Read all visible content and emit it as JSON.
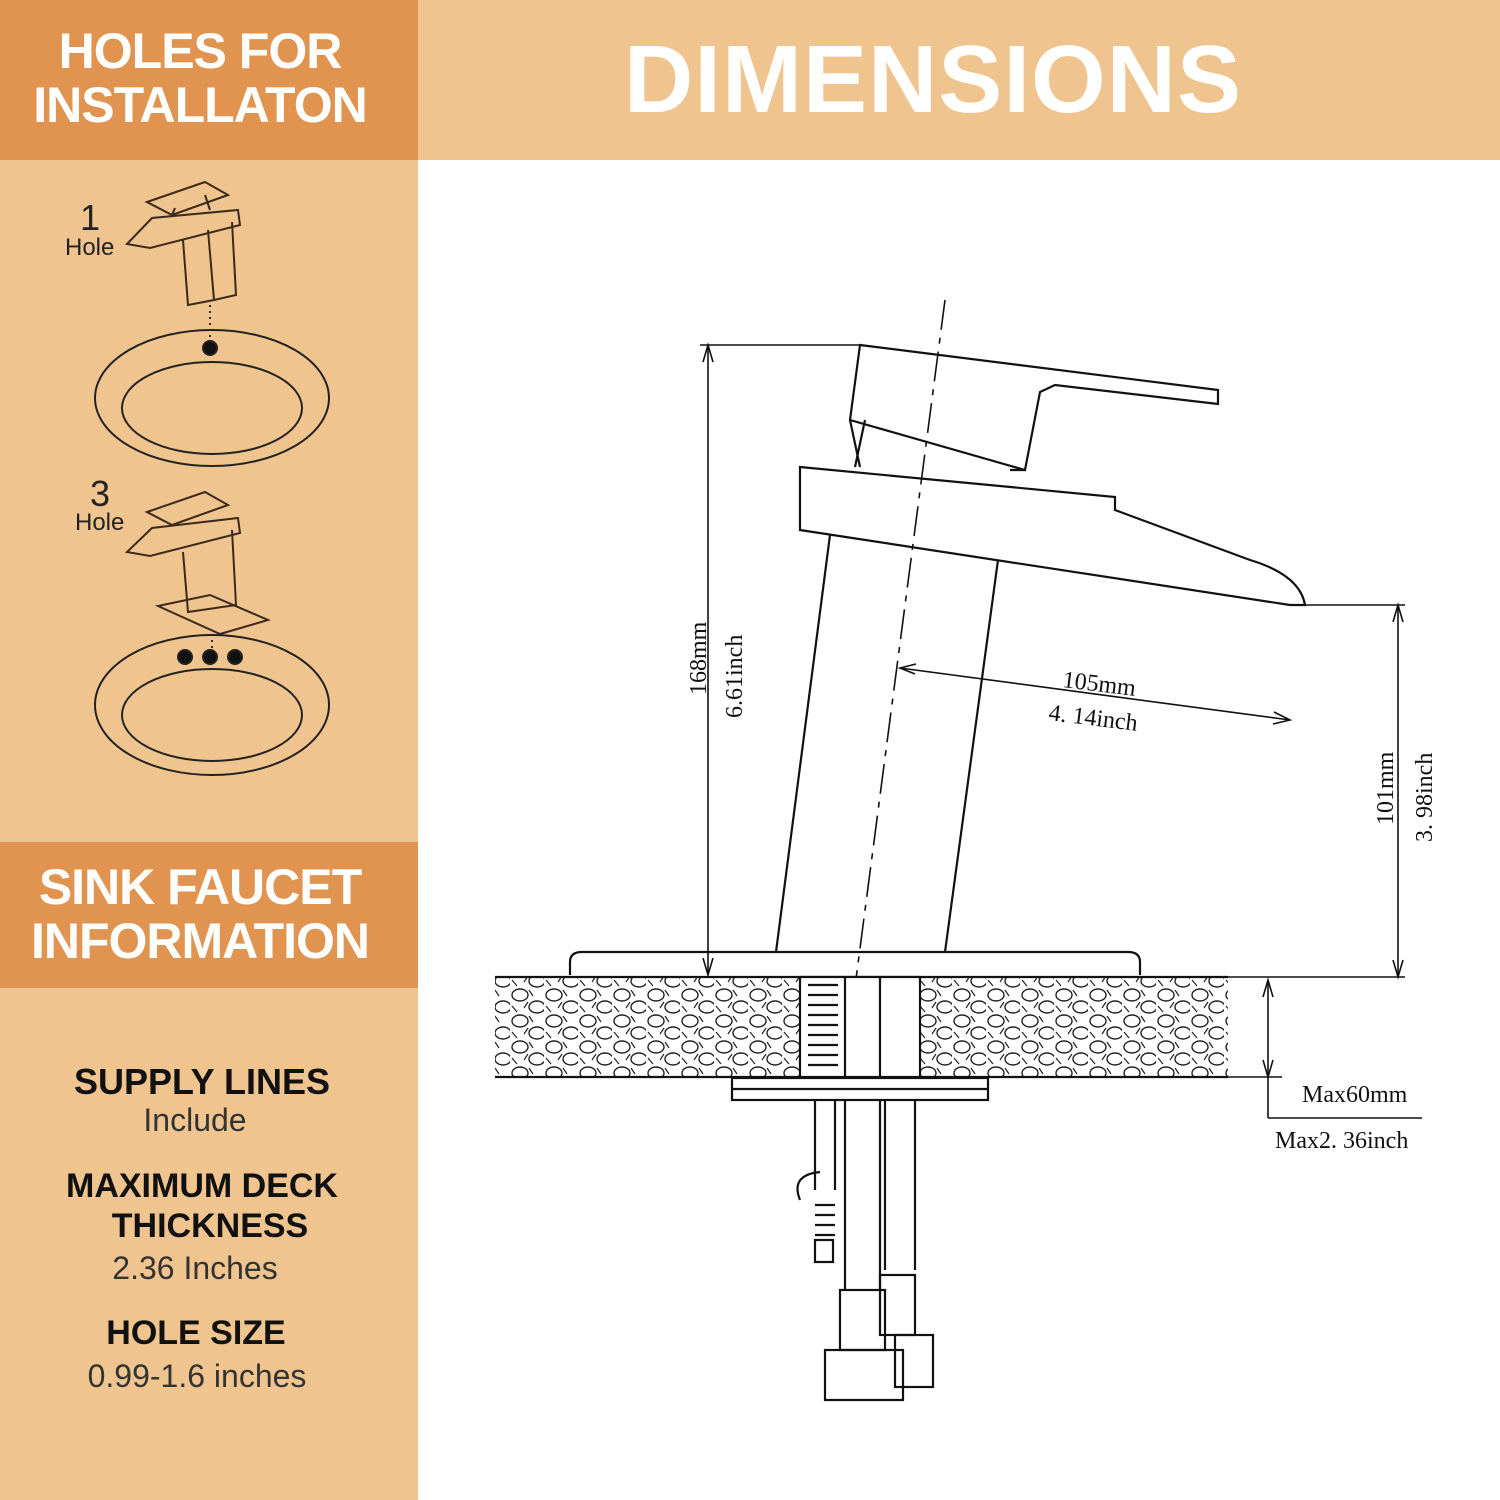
{
  "left_panel": {
    "holes_title_line1": "HOLES FOR",
    "holes_title_line2": "INSTALLATON",
    "one_hole_number": "1",
    "one_hole_label": "Hole",
    "three_hole_number": "3",
    "three_hole_label": "Hole",
    "info_title_line1": "SINK FAUCET",
    "info_title_line2": "INFORMATION",
    "specs": [
      {
        "label": "SUPPLY LINES",
        "value": "Include"
      },
      {
        "label_line1": "MAXIMUM DECK",
        "label_line2": "THICKNESS",
        "value": "2.36 Inches"
      },
      {
        "label": "HOLE SIZE",
        "value": "0.99-1.6 inches"
      }
    ]
  },
  "main": {
    "title": "DIMENSIONS",
    "height_mm": "168mm",
    "height_inch": "6.61inch",
    "reach_mm": "105mm",
    "reach_inch": "4. 14inch",
    "spout_height_mm": "101mm",
    "spout_height_inch": "3. 98inch",
    "deck_max_mm": "Max60mm",
    "deck_max_inch": "Max2. 36inch"
  },
  "colors": {
    "dark_orange": "#E0944F",
    "light_orange": "#F0C48E"
  }
}
